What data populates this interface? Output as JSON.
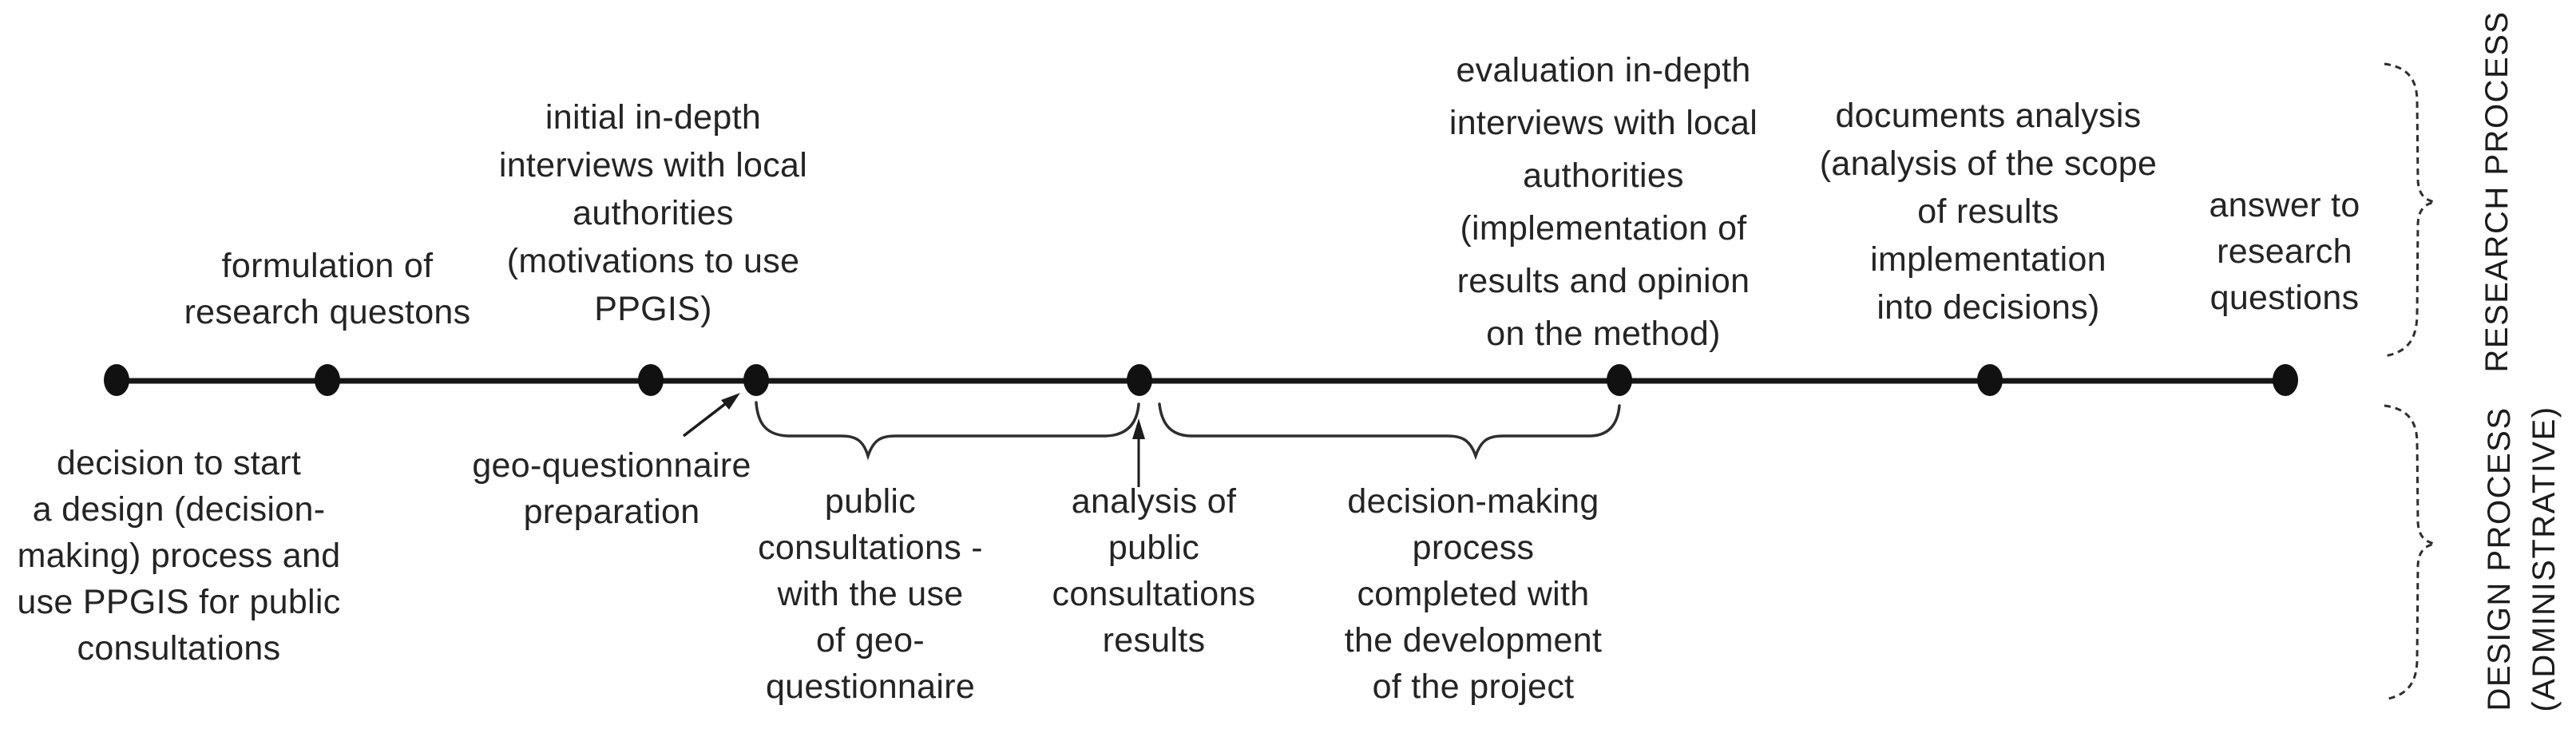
{
  "figure": {
    "type": "timeline-diagram",
    "background_color": "#ffffff",
    "line_color": "#161616",
    "text_color": "#242424",
    "brace_color": "#2e2e2e"
  },
  "research_process": {
    "band_label": "RESEARCH PROCESS",
    "events": [
      {
        "id": "formulation",
        "label": "formulation of\nresearch questons"
      },
      {
        "id": "initial-interviews",
        "label": "initial in-depth\ninterviews with local\nauthorities\n(motivations to use\nPPGIS)"
      },
      {
        "id": "evaluation-interviews",
        "label": "evaluation in-depth\ninterviews with local\nauthorities\n(implementation of\nresults and opinion\non the method)"
      },
      {
        "id": "documents-analysis",
        "label": "documents analysis\n(analysis of the scope\nof results\nimplementation\ninto decisions)"
      },
      {
        "id": "answer",
        "label": "answer to\nresearch\nquestions"
      }
    ]
  },
  "design_process": {
    "band_label": "DESIGN PROCESS\n(ADMINISTRATIVE)",
    "events": [
      {
        "id": "decision-to-start",
        "label": "decision to start\na design (decision-\nmaking) process and\nuse PPGIS for public\nconsultations"
      },
      {
        "id": "geo-questionnaire-preparation",
        "label": "geo-questionnaire\npreparation"
      },
      {
        "id": "public-consultations",
        "label": "public\nconsultations -\nwith the use\nof geo-\nquestionnaire"
      },
      {
        "id": "analysis-of-results",
        "label": "analysis of\npublic\nconsultations\nresults"
      },
      {
        "id": "decision-making-process",
        "label": "decision-making\nprocess\ncompleted with\nthe development\nof the project"
      }
    ]
  }
}
